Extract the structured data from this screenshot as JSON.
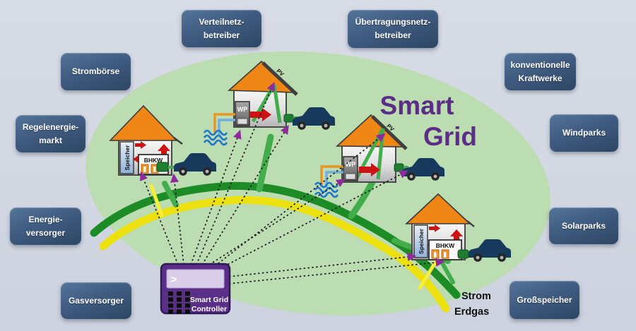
{
  "diagram_title": {
    "line1": "Smart",
    "line2": "Grid"
  },
  "stakeholder_boxes": {
    "verteilnetzbetreiber": "Verteilnetz-\nbetreiber",
    "uebertragungsnetzbetreiber": "Übertragungsnetz-\nbetreiber",
    "stromboerse": "Strombörse",
    "konventionelle_kraftwerke": "konventionelle\nKraftwerke",
    "regelenergiemarkt": "Regelenergie-\nmarkt",
    "windparks": "Windparks",
    "energieversorger": "Energie-versorger",
    "solarparks": "Solarparks",
    "gasversorger": "Gasversorger",
    "grossspeicher": "Großspeicher"
  },
  "smart_grid_controller": {
    "prompt": ">",
    "label_line1": "Smart Grid",
    "label_line2": "Controller"
  },
  "house_components": {
    "speicher": "Speicher",
    "bhkw": "BHKW",
    "wp": "WP",
    "pv": "PV"
  },
  "line_labels": {
    "strom": "Strom",
    "erdgas": "Erdgas"
  },
  "colors": {
    "background": "#d2d7e2",
    "ellipse_green": "#bcdcb2",
    "stakeholder_box_blue": "#3d597d",
    "title_purple": "#5b2d86",
    "strom_line_green": "#1d8c26",
    "erdgas_line_yellow": "#ece00e",
    "branch_green": "#41ae4b",
    "controller_purple": "#5a2f87",
    "roof_orange": "#ef8615",
    "car_navy": "#16395c",
    "arrow_red": "#cc1212",
    "dashed_line": "#1c1c1c",
    "arrowhead_purple": "#8e2a9e"
  }
}
